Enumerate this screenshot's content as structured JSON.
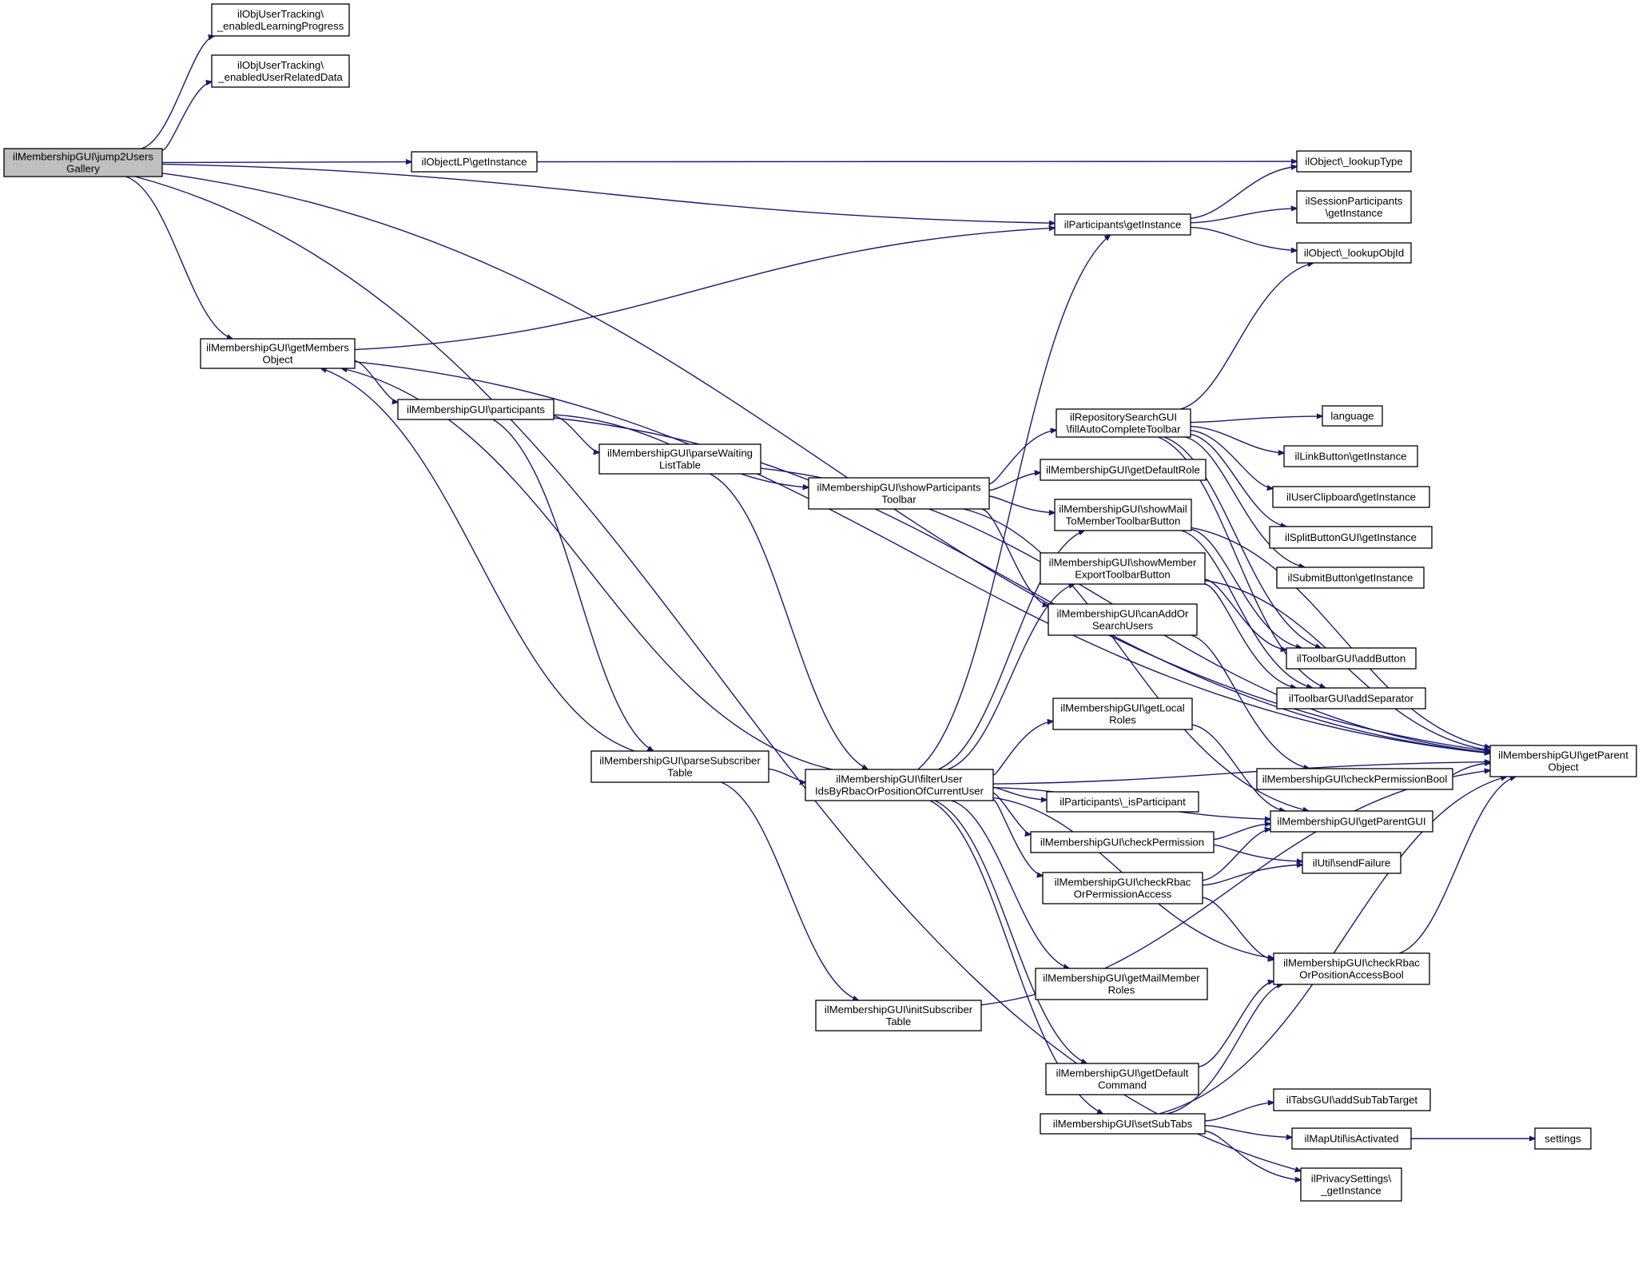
{
  "nodes": [
    {
      "id": "root",
      "lines": [
        "ilMembershipGUI\\jump2Users",
        "Gallery"
      ],
      "root": true
    },
    {
      "id": "lp",
      "lines": [
        "ilObjUserTracking\\",
        "_enabledLearningProgress"
      ]
    },
    {
      "id": "urd",
      "lines": [
        "ilObjUserTracking\\",
        "_enabledUserRelatedData"
      ]
    },
    {
      "id": "olp",
      "lines": [
        "ilObjectLP\\getInstance"
      ]
    },
    {
      "id": "lookupType",
      "lines": [
        "ilObject\\_lookupType"
      ]
    },
    {
      "id": "partInst",
      "lines": [
        "ilParticipants\\getInstance"
      ]
    },
    {
      "id": "sessInst",
      "lines": [
        "ilSessionParticipants",
        "\\getInstance"
      ]
    },
    {
      "id": "lookupObjId",
      "lines": [
        "ilObject\\_lookupObjId"
      ]
    },
    {
      "id": "getMembers",
      "lines": [
        "ilMembershipGUI\\getMembers",
        "Object"
      ]
    },
    {
      "id": "participants",
      "lines": [
        "ilMembershipGUI\\participants"
      ]
    },
    {
      "id": "parseWaiting",
      "lines": [
        "ilMembershipGUI\\parseWaiting",
        "ListTable"
      ]
    },
    {
      "id": "showPartTb",
      "lines": [
        "ilMembershipGUI\\showParticipants",
        "Toolbar"
      ]
    },
    {
      "id": "repoSearch",
      "lines": [
        "ilRepositorySearchGUI",
        "\\fillAutoCompleteToolbar"
      ]
    },
    {
      "id": "language",
      "lines": [
        "language"
      ]
    },
    {
      "id": "linkBtn",
      "lines": [
        "ilLinkButton\\getInstance"
      ]
    },
    {
      "id": "clipboard",
      "lines": [
        "ilUserClipboard\\getInstance"
      ]
    },
    {
      "id": "splitBtn",
      "lines": [
        "ilSplitButtonGUI\\getInstance"
      ]
    },
    {
      "id": "submitBtn",
      "lines": [
        "ilSubmitButton\\getInstance"
      ]
    },
    {
      "id": "defRole",
      "lines": [
        "ilMembershipGUI\\getDefaultRole"
      ]
    },
    {
      "id": "mailTb",
      "lines": [
        "ilMembershipGUI\\showMail",
        "ToMemberToolbarButton"
      ]
    },
    {
      "id": "exportTb",
      "lines": [
        "ilMembershipGUI\\showMember",
        "ExportToolbarButton"
      ]
    },
    {
      "id": "canAdd",
      "lines": [
        "ilMembershipGUI\\canAddOr",
        "SearchUsers"
      ]
    },
    {
      "id": "addBtn",
      "lines": [
        "ilToolbarGUI\\addButton"
      ]
    },
    {
      "id": "addSep",
      "lines": [
        "ilToolbarGUI\\addSeparator"
      ]
    },
    {
      "id": "localRoles",
      "lines": [
        "ilMembershipGUI\\getLocal",
        "Roles"
      ]
    },
    {
      "id": "parentObj",
      "lines": [
        "ilMembershipGUI\\getParent",
        "Object"
      ]
    },
    {
      "id": "parseSub",
      "lines": [
        "ilMembershipGUI\\parseSubscriber",
        "Table"
      ]
    },
    {
      "id": "filterUser",
      "lines": [
        "ilMembershipGUI\\filterUser",
        "IdsByRbacOrPositionOfCurrentUser"
      ]
    },
    {
      "id": "checkPermBool",
      "lines": [
        "ilMembershipGUI\\checkPermissionBool"
      ]
    },
    {
      "id": "isPart",
      "lines": [
        "ilParticipants\\_isParticipant"
      ]
    },
    {
      "id": "parentGUI",
      "lines": [
        "ilMembershipGUI\\getParentGUI"
      ]
    },
    {
      "id": "checkPerm",
      "lines": [
        "ilMembershipGUI\\checkPermission"
      ]
    },
    {
      "id": "sendFailure",
      "lines": [
        "ilUtil\\sendFailure"
      ]
    },
    {
      "id": "rbacPerm",
      "lines": [
        "ilMembershipGUI\\checkRbac",
        "OrPermissionAccess"
      ]
    },
    {
      "id": "rbacPosBool",
      "lines": [
        "ilMembershipGUI\\checkRbac",
        "OrPositionAccessBool"
      ]
    },
    {
      "id": "mailRoles",
      "lines": [
        "ilMembershipGUI\\getMailMember",
        "Roles"
      ]
    },
    {
      "id": "initSub",
      "lines": [
        "ilMembershipGUI\\initSubscriber",
        "Table"
      ]
    },
    {
      "id": "defCmd",
      "lines": [
        "ilMembershipGUI\\getDefault",
        "Command"
      ]
    },
    {
      "id": "subTabTarget",
      "lines": [
        "ilTabsGUI\\addSubTabTarget"
      ]
    },
    {
      "id": "setSubTabs",
      "lines": [
        "ilMembershipGUI\\setSubTabs"
      ]
    },
    {
      "id": "mapUtil",
      "lines": [
        "ilMapUtil\\isActivated"
      ]
    },
    {
      "id": "settings",
      "lines": [
        "settings"
      ]
    },
    {
      "id": "privacy",
      "lines": [
        "ilPrivacySettings\\",
        "_getInstance"
      ]
    }
  ],
  "edges": [
    [
      "root",
      "lp"
    ],
    [
      "root",
      "urd"
    ],
    [
      "root",
      "parentObj"
    ],
    [
      "root",
      "olp"
    ],
    [
      "root",
      "partInst"
    ],
    [
      "root",
      "getMembers"
    ],
    [
      "root",
      "privacy"
    ],
    [
      "olp",
      "lookupType"
    ],
    [
      "partInst",
      "lookupType"
    ],
    [
      "partInst",
      "sessInst"
    ],
    [
      "partInst",
      "lookupObjId"
    ],
    [
      "getMembers",
      "partInst"
    ],
    [
      "getMembers",
      "parentObj"
    ],
    [
      "getMembers",
      "participants"
    ],
    [
      "participants",
      "parentObj"
    ],
    [
      "participants",
      "parseWaiting"
    ],
    [
      "participants",
      "showPartTb"
    ],
    [
      "participants",
      "parseSub"
    ],
    [
      "parseWaiting",
      "parentObj"
    ],
    [
      "parseWaiting",
      "filterUser"
    ],
    [
      "showPartTb",
      "repoSearch"
    ],
    [
      "showPartTb",
      "defRole"
    ],
    [
      "showPartTb",
      "mailTb"
    ],
    [
      "showPartTb",
      "canAdd"
    ],
    [
      "showPartTb",
      "parentGUI"
    ],
    [
      "repoSearch",
      "lookupObjId"
    ],
    [
      "repoSearch",
      "language"
    ],
    [
      "repoSearch",
      "linkBtn"
    ],
    [
      "repoSearch",
      "clipboard"
    ],
    [
      "repoSearch",
      "splitBtn"
    ],
    [
      "repoSearch",
      "submitBtn"
    ],
    [
      "repoSearch",
      "addBtn"
    ],
    [
      "repoSearch",
      "addSep"
    ],
    [
      "mailTb",
      "addBtn"
    ],
    [
      "mailTb",
      "addSep"
    ],
    [
      "mailTb",
      "parentObj"
    ],
    [
      "exportTb",
      "addBtn"
    ],
    [
      "exportTb",
      "addSep"
    ],
    [
      "exportTb",
      "parentObj"
    ],
    [
      "canAdd",
      "checkPermBool"
    ],
    [
      "localRoles",
      "parentGUI"
    ],
    [
      "parseSub",
      "getMembers"
    ],
    [
      "parseSub",
      "filterUser"
    ],
    [
      "parseSub",
      "initSub"
    ],
    [
      "filterUser",
      "getMembers"
    ],
    [
      "filterUser",
      "partInst"
    ],
    [
      "filterUser",
      "mailTb"
    ],
    [
      "filterUser",
      "exportTb"
    ],
    [
      "filterUser",
      "localRoles"
    ],
    [
      "filterUser",
      "parentGUI"
    ],
    [
      "filterUser",
      "isPart"
    ],
    [
      "filterUser",
      "checkPerm"
    ],
    [
      "filterUser",
      "rbacPerm"
    ],
    [
      "filterUser",
      "parentObj"
    ],
    [
      "filterUser",
      "mailRoles"
    ],
    [
      "filterUser",
      "rbacPosBool"
    ],
    [
      "filterUser",
      "defCmd"
    ],
    [
      "filterUser",
      "setSubTabs"
    ],
    [
      "checkPermBool",
      "parentObj"
    ],
    [
      "checkPerm",
      "parentGUI"
    ],
    [
      "checkPerm",
      "sendFailure"
    ],
    [
      "rbacPerm",
      "parentGUI"
    ],
    [
      "rbacPerm",
      "sendFailure"
    ],
    [
      "rbacPerm",
      "rbacPosBool"
    ],
    [
      "rbacPosBool",
      "parentObj"
    ],
    [
      "initSub",
      "parentObj"
    ],
    [
      "defCmd",
      "rbacPosBool"
    ],
    [
      "setSubTabs",
      "parentObj"
    ],
    [
      "setSubTabs",
      "rbacPosBool"
    ],
    [
      "setSubTabs",
      "subTabTarget"
    ],
    [
      "setSubTabs",
      "mapUtil"
    ],
    [
      "setSubTabs",
      "privacy"
    ],
    [
      "mapUtil",
      "settings"
    ]
  ]
}
